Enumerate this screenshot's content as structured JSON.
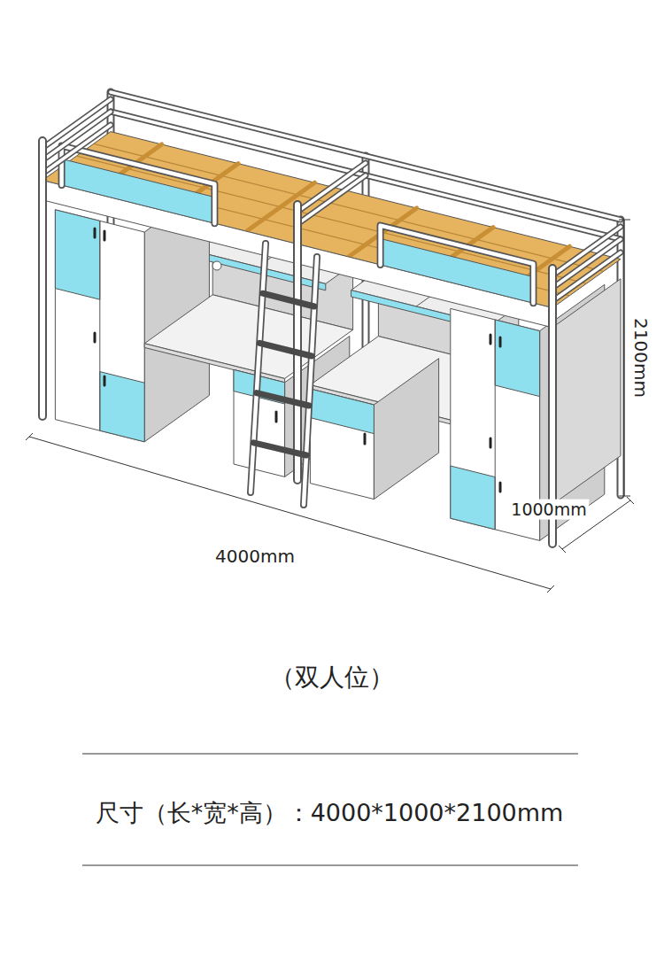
{
  "diagram": {
    "caption": "（双人位）",
    "labels": [
      "4000mm",
      "1000mm",
      "2100mm",
      "尺寸（长*宽*高）：4000*1000*2100mm"
    ]
  }
}
